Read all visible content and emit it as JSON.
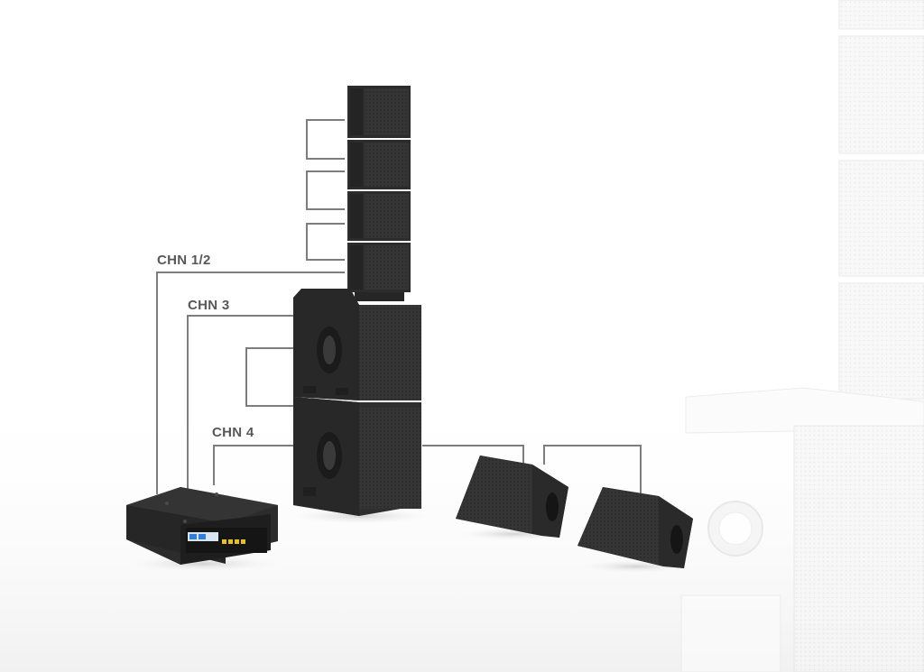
{
  "channels": {
    "chn12": "CHN 1/2",
    "chn3": "CHN 3",
    "chn4": "CHN 4"
  },
  "colors": {
    "line": "#7d7d7d",
    "label": "#585858",
    "cabinet": "#2b2b2b",
    "grille": "#3a3a3a",
    "watermark": "#e9e9e9",
    "led": "#2f7fd8",
    "connector": "#e7c21a"
  },
  "icons": {
    "line_array": "line-array-module",
    "subwoofer": "subwoofer-cabinet",
    "monitor": "floor-monitor-wedge",
    "amplifier": "amplifier-rack"
  }
}
